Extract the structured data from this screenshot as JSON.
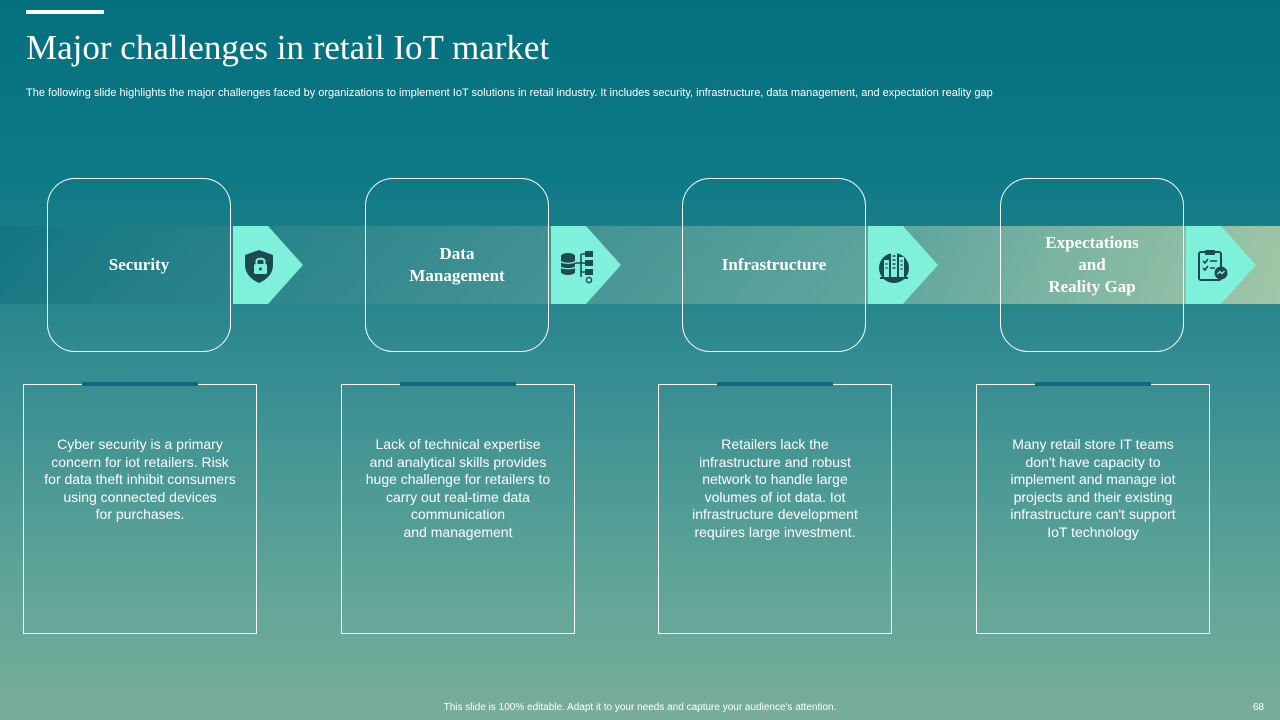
{
  "title": "Major challenges in retail IoT market",
  "subtitle": "The following slide highlights the major challenges faced by organizations to implement IoT solutions in retail industry. It includes security, infrastructure, data management, and expectation reality gap",
  "challenges": [
    {
      "label": "Security",
      "icon": "shield-lock-icon",
      "description": "Cyber security is a primary\nconcern for iot retailers. Risk\nfor data theft inhibit consumers\nusing connected devices\nfor purchases."
    },
    {
      "label": "Data\nManagement",
      "icon": "database-network-icon",
      "description": "Lack of technical expertise\nand analytical  skills provides\nhuge challenge for retailers to\ncarry out real-time data\ncommunication\nand management"
    },
    {
      "label": "Infrastructure",
      "icon": "building-globe-icon",
      "description": "Retailers lack the\ninfrastructure and robust\nnetwork to handle large\nvolumes of iot data. Iot\ninfrastructure development\nrequires large investment."
    },
    {
      "label": "Expectations\nand\nReality Gap",
      "icon": "clipboard-checklist-icon",
      "description": "Many retail store IT teams\ndon't have capacity to\nimplement and manage iot\nprojects and their existing\ninfrastructure can't support\nIoT technology"
    }
  ],
  "footer": "This slide is 100% editable.  Adapt it to your needs and capture your audience's attention.",
  "page_number": "68",
  "colors": {
    "arrow": "#7ff0d9",
    "icon": "#1d4a52",
    "accent_bar": "#0c6a80"
  }
}
